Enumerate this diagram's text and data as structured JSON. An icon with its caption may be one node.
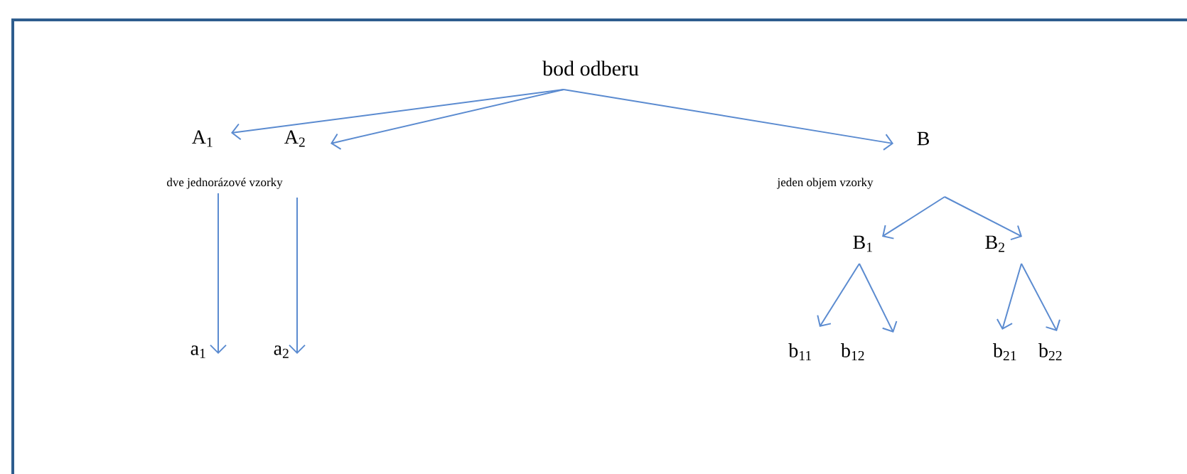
{
  "diagram": {
    "nodes": [
      {
        "text": [
          "bod odberu"
        ]
      },
      {
        "text": [
          "A$_{1}$"
        ]
      },
      {
        "text": [
          "A$_{2}$"
        ]
      },
      {
        "text": [
          "B"
        ]
      },
      {
        "text": [
          "B$_{1}$"
        ]
      },
      {
        "text": [
          "B$_{2}$"
        ]
      },
      {
        "text": [
          "a$_{1}$"
        ]
      },
      {
        "text": [
          "a$_{2}$"
        ]
      },
      {
        "text": [
          "b$_{11}$"
        ]
      },
      {
        "text": [
          "b$_{12}$"
        ]
      },
      {
        "text": [
          "b$_{21}$"
        ]
      },
      {
        "text": [
          "b$_{22}$"
        ]
      }
    ],
    "edges": [
      {
        "from": 0,
        "to": 1,
        "arrow": "to"
      },
      {
        "from": 0,
        "to": 2,
        "arrow": "to"
      },
      {
        "from": 0,
        "to": 3,
        "arrow": "to"
      },
      {
        "from": 1,
        "to": 6,
        "arrow": "to"
      },
      {
        "from": 2,
        "to": 7,
        "arrow": "to"
      },
      {
        "from": 3,
        "to": 4,
        "arrow": "to"
      },
      {
        "from": 3,
        "to": 5,
        "arrow": "to"
      },
      {
        "from": 4,
        "to": 8,
        "arrow": "to"
      },
      {
        "from": 4,
        "to": 9,
        "arrow": "to"
      },
      {
        "from": 5,
        "to": 10,
        "arrow": "to"
      },
      {
        "from": 5,
        "to": 11,
        "arrow": "to"
      }
    ],
    "labels": [
      "dve jednorázové vzorky",
      "jeden objem vzorky"
    ]
  }
}
